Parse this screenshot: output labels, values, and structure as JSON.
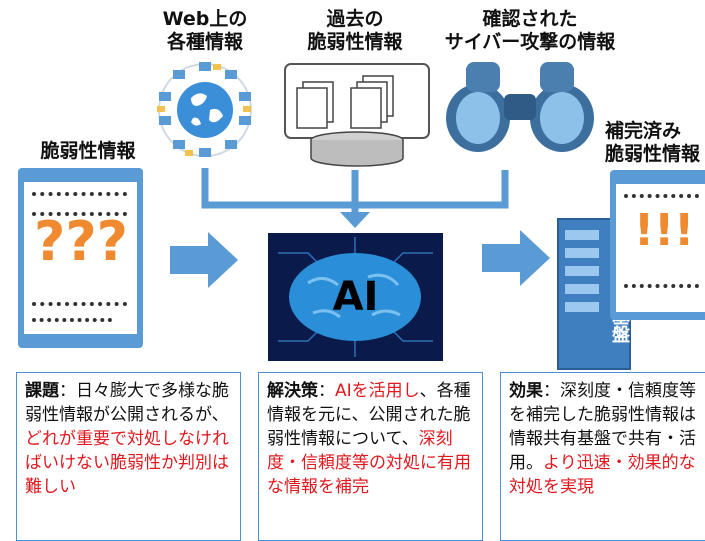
{
  "sources": [
    {
      "line1": "Web上の",
      "line2": "各種情報",
      "icon": "globe-icon"
    },
    {
      "line1": "過去の",
      "line2": "脆弱性情報",
      "icon": "database-icon"
    },
    {
      "line1": "確認された",
      "line2": "サイバー攻撃の情報",
      "icon": "binoculars-icon"
    }
  ],
  "left_doc": {
    "title": "脆弱性情報",
    "mark": "???"
  },
  "right_doc": {
    "title_line1": "補完済み",
    "title_line2": "脆弱性情報",
    "mark": "!!!"
  },
  "center": {
    "label": "AI"
  },
  "server": {
    "label": "情報共有基盤"
  },
  "boxes": {
    "problem": {
      "head": "課題",
      "text1": "：日々膨大で多様な脆弱性情報が公開されるが、",
      "red1": "どれが重要で対処しなければいけない脆弱性か判別は難しい"
    },
    "solution": {
      "head": "解決策",
      "text1": "：",
      "red1": "AIを活用し",
      "text2": "、各種情報を元に、公開された脆弱性情報について、",
      "red2": "深刻度・信頼度等の対処に有用な情報を補完"
    },
    "effect": {
      "head": "効果",
      "text1": "：深刻度・信頼度等を補完した脆弱性情報は情報共有基盤で共有・活用。",
      "red1": "より迅速・効果的な対処を実現"
    }
  },
  "colors": {
    "arrow": "#5b9bd5",
    "red": "#e0191f",
    "orange": "#f08a30",
    "ai_bg": "#0a1a4a",
    "brain": "#2a8fd8"
  }
}
